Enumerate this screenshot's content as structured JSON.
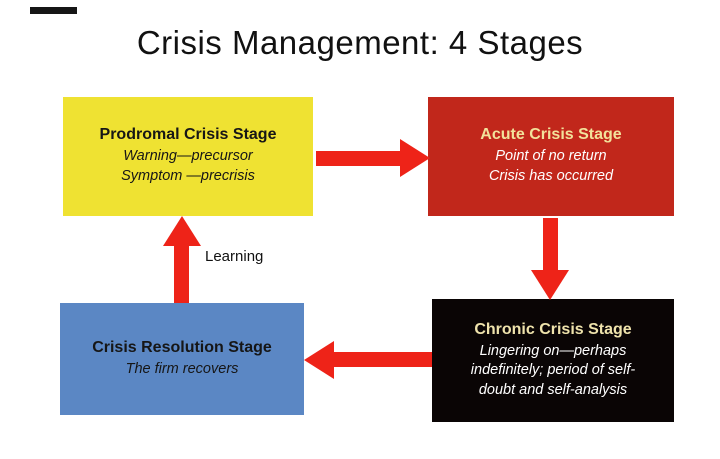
{
  "title": "Crisis Management: 4 Stages",
  "boxes": {
    "prodromal": {
      "title": "Prodromal Crisis Stage",
      "line1": "Warning—precursor",
      "line2": "Symptom —precrisis",
      "bg": "#EFE232"
    },
    "acute": {
      "title": "Acute Crisis Stage",
      "line1": "Point of no return",
      "line2": "Crisis has occurred",
      "bg": "#C1271B"
    },
    "chronic": {
      "title": "Chronic Crisis Stage",
      "line1": "Lingering on—perhaps",
      "line2": "indefinitely;  period of self-",
      "line3": "doubt and self-analysis",
      "bg": "#0A0505"
    },
    "resolution": {
      "title": "Crisis Resolution Stage",
      "line1": "The firm recovers",
      "bg": "#5B87C4"
    }
  },
  "labels": {
    "learning": "Learning"
  },
  "colors": {
    "arrow": "#EE2318",
    "background": "#FFFFFF",
    "title_text": "#111111"
  }
}
